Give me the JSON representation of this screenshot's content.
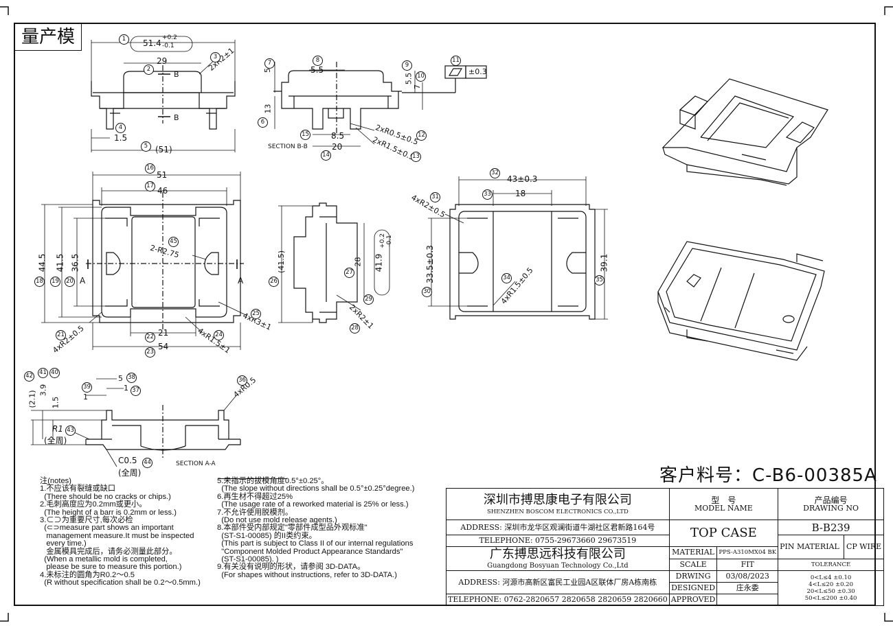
{
  "stamp": "量产模",
  "customer_part": "客户料号：C-B6-00385A",
  "notes": {
    "left": [
      "注(notes)",
      "1.不应该有裂缝或缺口",
      "  (There should be no cracks or chips.)",
      "2.毛刺高度应为0.2mm或更小。",
      "  (The height of a barr is 0.2mm or less.)",
      "3.⊂⊃为重要尺寸,每次必检",
      "  (⊂⊃measure part shows an important",
      "   management measure.It must be inspected",
      "   every time.)",
      "   金属模具完成后，请务必测量此部分。",
      "  (When a metallic mold is completed,",
      "   please be sure to measure this portion.)",
      "4.未标注的圆角为R0.2～0.5",
      "  (R without specification shall be 0.2～0.5mm.)"
    ],
    "right": [
      "",
      "5.未指示的拔模角度0.5°±0.25°。",
      "  (The slope without directions shall be 0.5°±0.25°degree.)",
      "6.再生材不得超过25%",
      "  (The usage rate of a reworked material is 25% or less.)",
      "7.不允许使用脱模剂。",
      "  (Do not use mold release agents.)",
      "8.本部件受内部规定\"零部件成型品外观标准\"",
      "  (ST-S1-00085) 的II类约束。",
      "  (This part is subject to Class II of our internal regulations",
      "  \"Component Molded Product Appearance Standards\"",
      "  (ST-S1-00085). )",
      "9.有关没有说明的形状，请参阅 3D-DATA。",
      "  (For shapes without instructions, refer to 3D-DATA.)"
    ]
  },
  "title_block": {
    "company1_cn": "深圳市搏思康电子有限公司",
    "company1_en": "SHENZHEN BOSCOM ELECTRONICS CO.,LTD",
    "address1": "ADDRESS: 深圳市龙华区观澜街道牛湖社区君新路164号",
    "telephone1": "TELEPHONE: 0755-29673660 29673519",
    "company2_cn": "广东搏思远科技有限公司",
    "company2_en": "Guangdong Bosyuan Technology Co.,Ltd",
    "address2": "ADDRESS: 河源市高新区富民工业园A区联体厂房A栋南栋",
    "telephone2": "TELEPHONE: 0762-2820657 2820658 2820659 2820660",
    "model_name_cn": "型　号",
    "model_name_en": "MODEL NAME",
    "model_value": "TOP CASE",
    "drawing_no_cn": "产品编号",
    "drawing_no_en": "DRAWING NO",
    "drawing_no_value": "B-B239",
    "material_label": "MATERIAL",
    "material_value": "PPS-A310MX04 BK",
    "pin_material_label": "PIN MATERIAL",
    "pin_material_value": "CP WIRE",
    "scale_label": "SCALE",
    "scale_value": "FIT",
    "tolerance_label": "TOLERANCE",
    "drawing_label": "DRWING",
    "drawing_date": "03/08/2023",
    "designed_label": "DESIGNED",
    "designed_value": "庄永委",
    "approved_label": "APPROVED",
    "tolerances": [
      "0<L≤4  ±0.10",
      "4<L≤20  ±0.20",
      "20<L≤50  ±0.30",
      "50<L≤200 ±0.40"
    ]
  },
  "views": {
    "section_bb": "SECTION B-B",
    "section_aa": "SECTION A-A",
    "all_around": "(全周)"
  },
  "dims": {
    "d1": "51.4",
    "d1_tol_up": "+0.2",
    "d1_tol_dn": "-0.1",
    "d2": "29",
    "d3": "2xR2±1",
    "d4": "1.5",
    "d5": "(51)",
    "d7": "5",
    "d8": "5.5",
    "d9": "5.5",
    "d10": "7",
    "d11": "±0.3",
    "d6": "13",
    "d12": "2xR0.5±0.5",
    "d13": "2xR1.5±0.5",
    "d14": "20",
    "d15": "8.5",
    "d16": "51",
    "d17": "46",
    "d18": "44.5",
    "d19": "41.5",
    "d20": "36.5",
    "d21": "4xR2±0.5",
    "d22": "21",
    "d23": "54",
    "d24": "4xR1.5±1",
    "d25": "4xR3±1",
    "d45": "2-R2.75",
    "d26": "(41.5)",
    "d27": "28",
    "d28": "2xR2±1",
    "d29": "41.9",
    "d29_tol_up": "+0.2",
    "d29_tol_dn": "-0.1",
    "d30": "33.5±0.3",
    "d31": "4xR2±0.5",
    "d32": "43±0.3",
    "d33": "18",
    "d34": "4xR1.5±0.5",
    "d35": "39.1",
    "d36": "4xR0.5",
    "d37": "1",
    "d38": "5",
    "d39": "1",
    "d40": "1.5",
    "d41": "3.9",
    "d42": "(2.1)",
    "d43": "R1",
    "d44": "C0.5",
    "cut_a": "A",
    "cut_b": "B"
  },
  "balloons": [
    "1",
    "2",
    "3",
    "4",
    "5",
    "6",
    "7",
    "8",
    "9",
    "10",
    "11",
    "12",
    "13",
    "14",
    "15",
    "16",
    "17",
    "18",
    "19",
    "20",
    "21",
    "22",
    "23",
    "24",
    "25",
    "26",
    "27",
    "28",
    "29",
    "30",
    "31",
    "32",
    "33",
    "34",
    "35",
    "36",
    "37",
    "38",
    "39",
    "40",
    "41",
    "42",
    "43",
    "44",
    "45"
  ]
}
